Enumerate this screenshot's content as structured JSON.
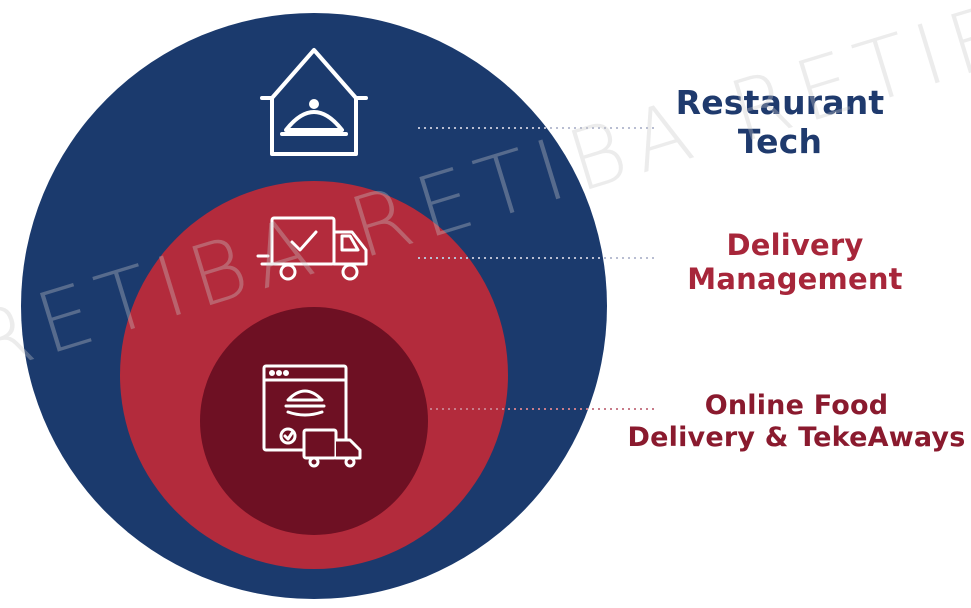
{
  "colors": {
    "outer": "#1b3a6d",
    "middle": "#b32b3c",
    "inner": "#6e1023",
    "icon": "#ffffff",
    "connector": "#b9bed2"
  },
  "layers": [
    {
      "icon": "house-cloche-icon",
      "label_lines": [
        "Restaurant",
        "Tech"
      ],
      "label_color": "#1f3a6d"
    },
    {
      "icon": "delivery-truck-icon",
      "label_lines": [
        "Delivery",
        "Management"
      ],
      "label_color": "#a7263a"
    },
    {
      "icon": "online-order-icon",
      "label_lines": [
        "Online Food",
        "Delivery & TekeAways"
      ],
      "label_color": "#8a1a2e"
    }
  ],
  "watermark": "RETIBA RETIBA RETIBA"
}
